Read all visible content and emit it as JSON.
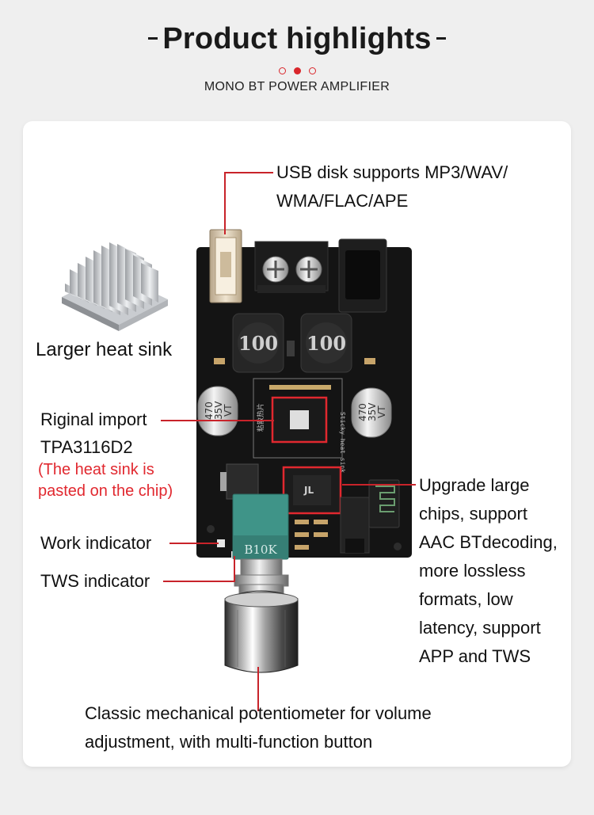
{
  "header": {
    "title": "Product highlights",
    "subtitle": "MONO BT POWER AMPLIFIER"
  },
  "callouts": {
    "usb": [
      "USB disk supports MP3/WAV/",
      "WMA/FLAC/APE"
    ],
    "heatsink": "Larger heat sink",
    "chip_line1": "Riginal import",
    "chip_line2": "TPA3116D2",
    "chip_note": [
      "(The heat sink is",
      "pasted on the chip)"
    ],
    "work_indicator": "Work indicator",
    "tws_indicator": "TWS indicator",
    "upgrade": [
      "Upgrade large",
      "chips, support",
      "AAC BTdecoding,",
      "more lossless",
      "formats, low",
      "latency, support",
      "APP and TWS"
    ],
    "potentiometer": [
      "Classic mechanical potentiometer for volume",
      "adjustment, with multi-function button"
    ]
  },
  "board_markings": {
    "inductor_1": "100",
    "inductor_2": "100",
    "cap_left": [
      "470",
      "35V",
      "VT"
    ],
    "cap_right": [
      "470",
      "35V",
      "VT"
    ],
    "sticky": "Sticky heat sink",
    "pot": "B10K"
  },
  "colors": {
    "accent": "#d9262b",
    "callout_line": "#c8232a",
    "pcb": "#141414",
    "pot_body": "#3f9488"
  }
}
